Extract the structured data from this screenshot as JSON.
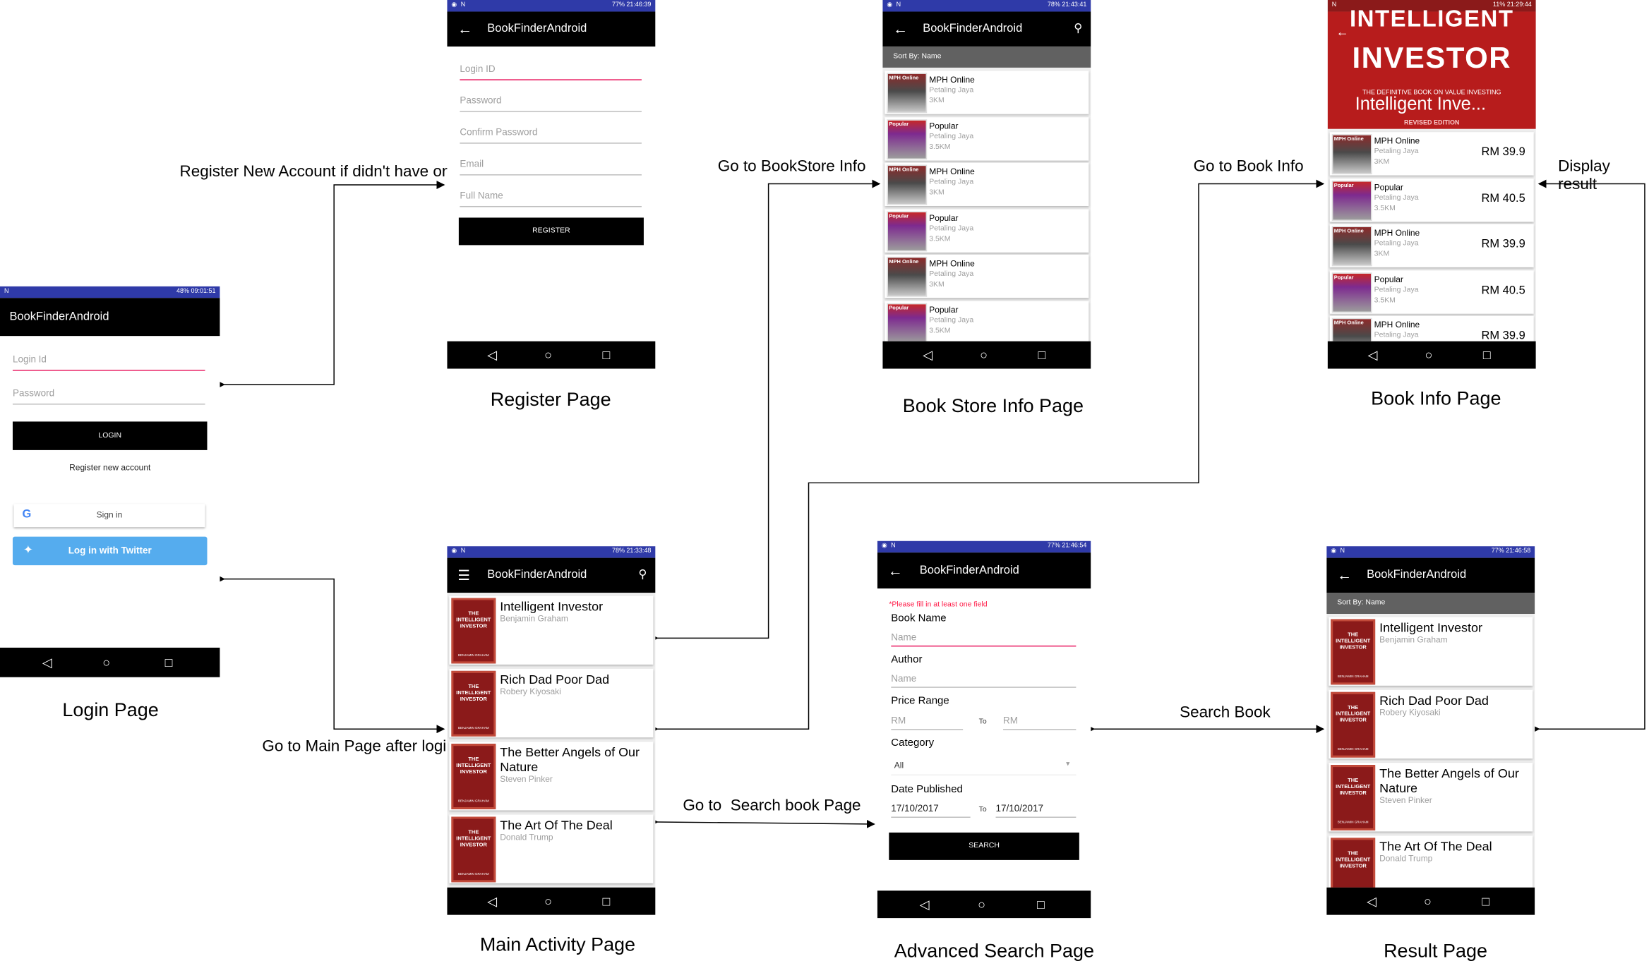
{
  "app_name": "BookFinderAndroid",
  "colors": {
    "status_bar": "#2f3aa8",
    "app_bar": "#000000",
    "accent": "#e91e63",
    "twitter": "#55acee",
    "warning": "#ff1744",
    "sort_bar": "#616161"
  },
  "icons": {
    "back": "arrow-left-icon",
    "menu": "hamburger-icon",
    "search": "search-icon",
    "nav_back": "triangle-back-icon",
    "nav_home": "circle-home-icon",
    "nav_recent": "square-recent-icon"
  },
  "nav": {
    "back": "◁",
    "home": "○",
    "recent": "□"
  },
  "login": {
    "status_time": "48% 09:01:51",
    "login_placeholder": "Login Id",
    "password_placeholder": "Password",
    "login_button": "LOGIN",
    "register_link": "Register new account",
    "google_button": "Sign in",
    "twitter_button": "Log in with Twitter",
    "caption": "Login Page"
  },
  "register": {
    "status_time": "77% 21:46:39",
    "fields": [
      "Login ID",
      "Password",
      "Confirm Password",
      "Email",
      "Full Name"
    ],
    "button": "REGISTER",
    "caption": "Register Page"
  },
  "store_info": {
    "status_time": "78% 21:43:41",
    "sort_label": "Sort By: Name",
    "stores": [
      {
        "name": "MPH Online",
        "location": "Petaling Jaya",
        "distance": "3KM"
      },
      {
        "name": "Popular",
        "location": "Petaling Jaya",
        "distance": "3.5KM"
      },
      {
        "name": "MPH Online",
        "location": "Petaling Jaya",
        "distance": "3KM"
      },
      {
        "name": "Popular",
        "location": "Petaling Jaya",
        "distance": "3.5KM"
      },
      {
        "name": "MPH Online",
        "location": "Petaling Jaya",
        "distance": "3KM"
      },
      {
        "name": "Popular",
        "location": "Petaling Jaya",
        "distance": "3.5KM"
      }
    ],
    "caption": "Book Store Info Page"
  },
  "book_info": {
    "status_time": "11% 21:29:44",
    "banner_top": "INTELLIGENT",
    "banner_main": "INVESTOR",
    "banner_tag": "THE DEFINITIVE BOOK ON VALUE INVESTING",
    "banner_title": "Intelligent Inve...",
    "banner_edition": "REVISED EDITION",
    "offers": [
      {
        "name": "MPH Online",
        "location": "Petaling Jaya",
        "distance": "3KM",
        "price": "RM 39.9"
      },
      {
        "name": "Popular",
        "location": "Petaling Jaya",
        "distance": "3.5KM",
        "price": "RM 40.5"
      },
      {
        "name": "MPH Online",
        "location": "Petaling Jaya",
        "distance": "3KM",
        "price": "RM 39.9"
      },
      {
        "name": "Popular",
        "location": "Petaling Jaya",
        "distance": "3.5KM",
        "price": "RM 40.5"
      },
      {
        "name": "MPH Online",
        "location": "Petaling Jaya",
        "distance": "",
        "price": "RM 39.9"
      }
    ],
    "caption": "Book Info Page"
  },
  "main_activity": {
    "status_time": "78% 21:33:48",
    "books": [
      {
        "title": "Intelligent Investor",
        "author": "Benjamin Graham"
      },
      {
        "title": "Rich Dad Poor Dad",
        "author": "Robery Kiyosaki"
      },
      {
        "title": "The Better Angels of Our Nature",
        "author": "Steven Pinker"
      },
      {
        "title": "The Art Of The Deal",
        "author": "Donald Trump"
      }
    ],
    "cover_text": "THE INTELLIGENT INVESTOR",
    "cover_author": "BENJAMIN GRAHAM",
    "caption": "Main Activity Page"
  },
  "advanced_search": {
    "status_time": "77% 21:46:54",
    "warning": "*Please fill in at least one field",
    "book_name_label": "Book Name",
    "book_name_placeholder": "Name",
    "author_label": "Author",
    "author_placeholder": "Name",
    "price_label": "Price Range",
    "price_min": "RM",
    "price_to": "To",
    "price_max": "RM",
    "category_label": "Category",
    "category_value": "All",
    "date_label": "Date Published",
    "date_from": "17/10/2017",
    "date_to_label": "To",
    "date_to": "17/10/2017",
    "button": "SEARCH",
    "caption": "Advanced Search Page"
  },
  "result": {
    "status_time": "77% 21:46:58",
    "sort_label": "Sort By: Name",
    "books": [
      {
        "title": "Intelligent Investor",
        "author": "Benjamin Graham"
      },
      {
        "title": "Rich Dad Poor Dad",
        "author": "Robery Kiyosaki"
      },
      {
        "title": "The Better Angels of Our Nature",
        "author": "Steven Pinker"
      },
      {
        "title": "The Art Of The Deal",
        "author": "Donald Trump"
      }
    ],
    "caption": "Result Page"
  },
  "flow_labels": {
    "register": "Register New Account if didn't have one",
    "main_after_login": "Go to Main Page after login",
    "bookstore_info": "Go to BookStore Info",
    "book_info": "Go to Book Info",
    "display_result": "Display result",
    "search_page": "Go to  Search book Page",
    "search_book": "Search Book"
  }
}
